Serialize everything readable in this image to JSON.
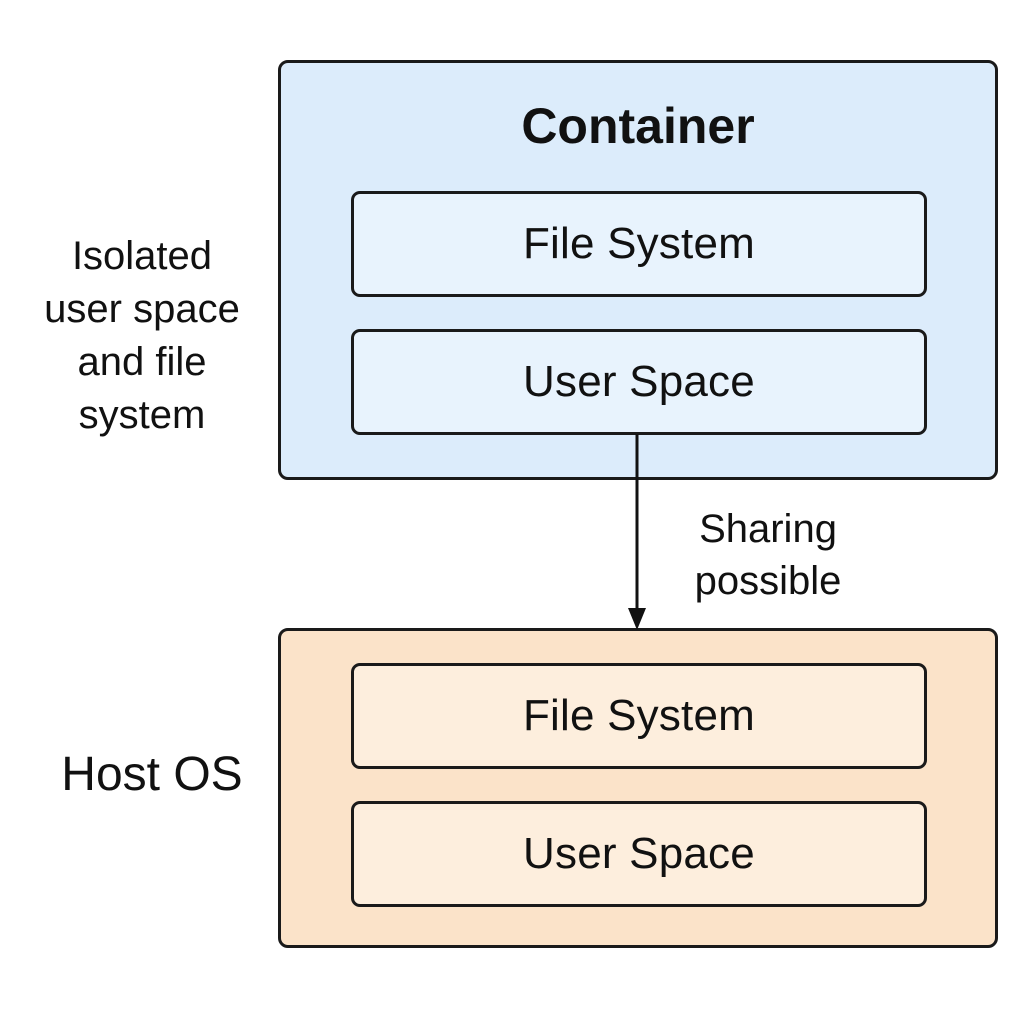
{
  "container": {
    "title": "Container",
    "file_system": "File System",
    "user_space": "User Space",
    "color": "#dcecfb"
  },
  "host": {
    "title": "Host OS",
    "file_system": "File System",
    "user_space": "User Space",
    "color": "#fbe3c9"
  },
  "annotations": {
    "isolated": [
      "Isolated",
      "user space",
      "and file",
      "system"
    ],
    "sharing": [
      "Sharing",
      "possible"
    ]
  }
}
